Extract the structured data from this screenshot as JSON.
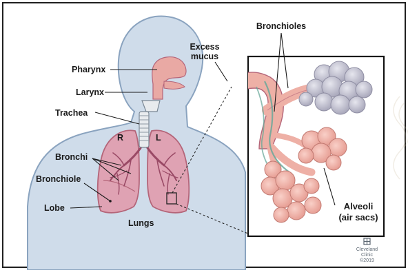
{
  "labels": {
    "pharynx": "Pharynx",
    "larynx": "Larynx",
    "trachea": "Trachea",
    "right_lung_marker": "R",
    "left_lung_marker": "L",
    "bronchi": "Bronchi",
    "bronchiole": "Bronchiole",
    "lobe": "Lobe",
    "lungs": "Lungs",
    "excess": "Excess",
    "mucus": "mucus",
    "bronchioles": "Bronchioles",
    "alveoli": "Alveoli",
    "air_sacs": "(air sacs)"
  },
  "credit": {
    "line1": "Cleveland",
    "line2": "Clinic",
    "line3": "©2019"
  },
  "colors": {
    "body_fill": "#cfdcea",
    "body_outline": "#8aa3bf",
    "lung_fill": "#dfa2b3",
    "lung_outline": "#b46579",
    "airway_fill": "#e9a9a4",
    "trachea_fill": "#e8ebee",
    "alveoli_pink": "#f2b7ad",
    "alveoli_grey": "#c3c2d0",
    "label_text": "#1a1a1a"
  }
}
